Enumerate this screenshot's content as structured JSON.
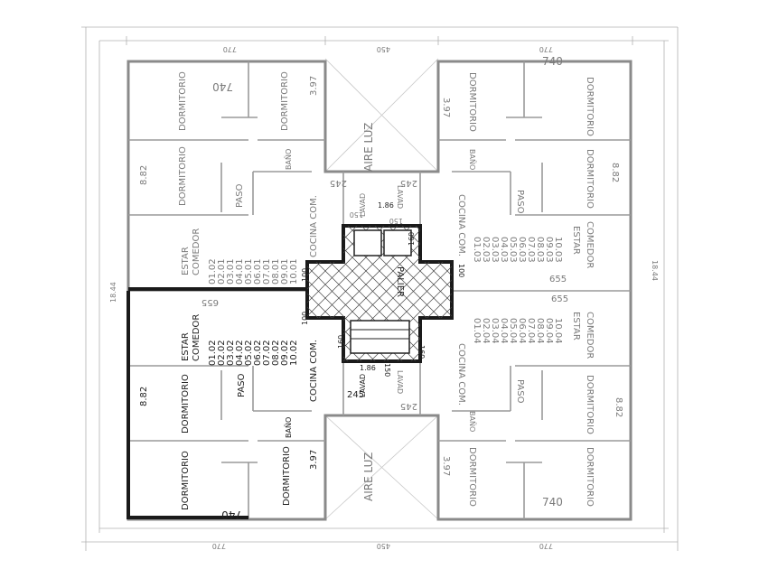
{
  "labels": {
    "dormitorio": "DORMITORIO",
    "estar": "ESTAR",
    "comedor": "COMEDOR",
    "cocina_com": "COCINA COM.",
    "paso": "PASO",
    "bano": "BAÑO",
    "lavad": "LAVAD",
    "aire_luz": "AIRE LUZ",
    "palier": "PALIER"
  },
  "dimensions": {
    "d740": "740",
    "d655": "655",
    "d397": "3.97",
    "d882": "8.82",
    "d1844": "18.44",
    "d450": "450",
    "d770": "770",
    "d245": "245",
    "d186": "1.86",
    "d160": "160",
    "d100": "100",
    "d150": "150",
    "d40": "40"
  },
  "units": {
    "left_top": [
      "01.02",
      "02.01",
      "03.01",
      "04.01",
      "05.01",
      "06.01",
      "07.01",
      "08.01",
      "09.01",
      "10.01"
    ],
    "right_top": [
      "01.03",
      "02.03",
      "03.03",
      "04.03",
      "05.03",
      "06.03",
      "07.03",
      "08.03",
      "09.03",
      "10.03"
    ],
    "left_bottom": [
      "01.02",
      "02.02",
      "03.02",
      "04.02",
      "05.02",
      "06.02",
      "07.02",
      "08.02",
      "09.02",
      "10.02"
    ],
    "right_bottom": [
      "01.04",
      "02.04",
      "03.04",
      "04.04",
      "05.04",
      "06.04",
      "07.04",
      "08.04",
      "09.04",
      "10.04"
    ]
  }
}
